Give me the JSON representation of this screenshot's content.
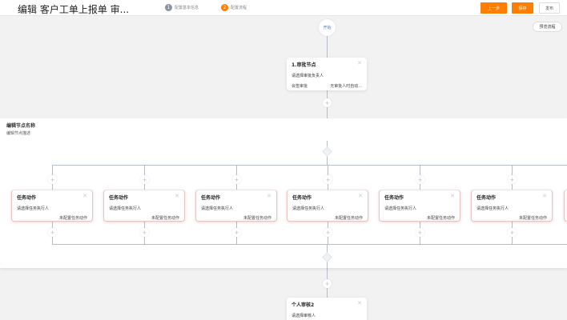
{
  "header": {
    "title": "编辑 客户工单上报单 审...",
    "steps": [
      {
        "num": "1",
        "label": "配置基本信息",
        "color": "#8a93a6"
      },
      {
        "num": "2",
        "label": "配置流程",
        "color": "#ff7d00"
      }
    ],
    "buttons": {
      "prev": "上一步",
      "save": "保存",
      "publish": "发布"
    }
  },
  "canvas": {
    "start": "开始",
    "preview": "预览流程"
  },
  "approval_node": {
    "title": "1.审批节点",
    "desc": "请选择审批负责人",
    "mode": "会签审批",
    "fallback": "无审批人时自动..."
  },
  "branch": {
    "title": "编辑节点名称",
    "subtitle": "编辑节点描述",
    "cards": [
      {
        "title": "任务动作",
        "desc": "请选择任务执行人",
        "footer": "未配置任务动作"
      },
      {
        "title": "任务动作",
        "desc": "请选择任务执行人",
        "footer": "未配置任务动作"
      },
      {
        "title": "任务动作",
        "desc": "请选择任务执行人",
        "footer": "未配置任务动作"
      },
      {
        "title": "任务动作",
        "desc": "请选择任务执行人",
        "footer": "未配置任务动作"
      },
      {
        "title": "任务动作",
        "desc": "请选择任务执行人",
        "footer": "未配置任务动作"
      },
      {
        "title": "任务动作",
        "desc": "请选择任务执行人",
        "footer": "未配置任务动作"
      }
    ]
  },
  "personal_node": {
    "title": "个人审核2",
    "desc": "请选择审核人"
  },
  "accent": "#ff7d00"
}
